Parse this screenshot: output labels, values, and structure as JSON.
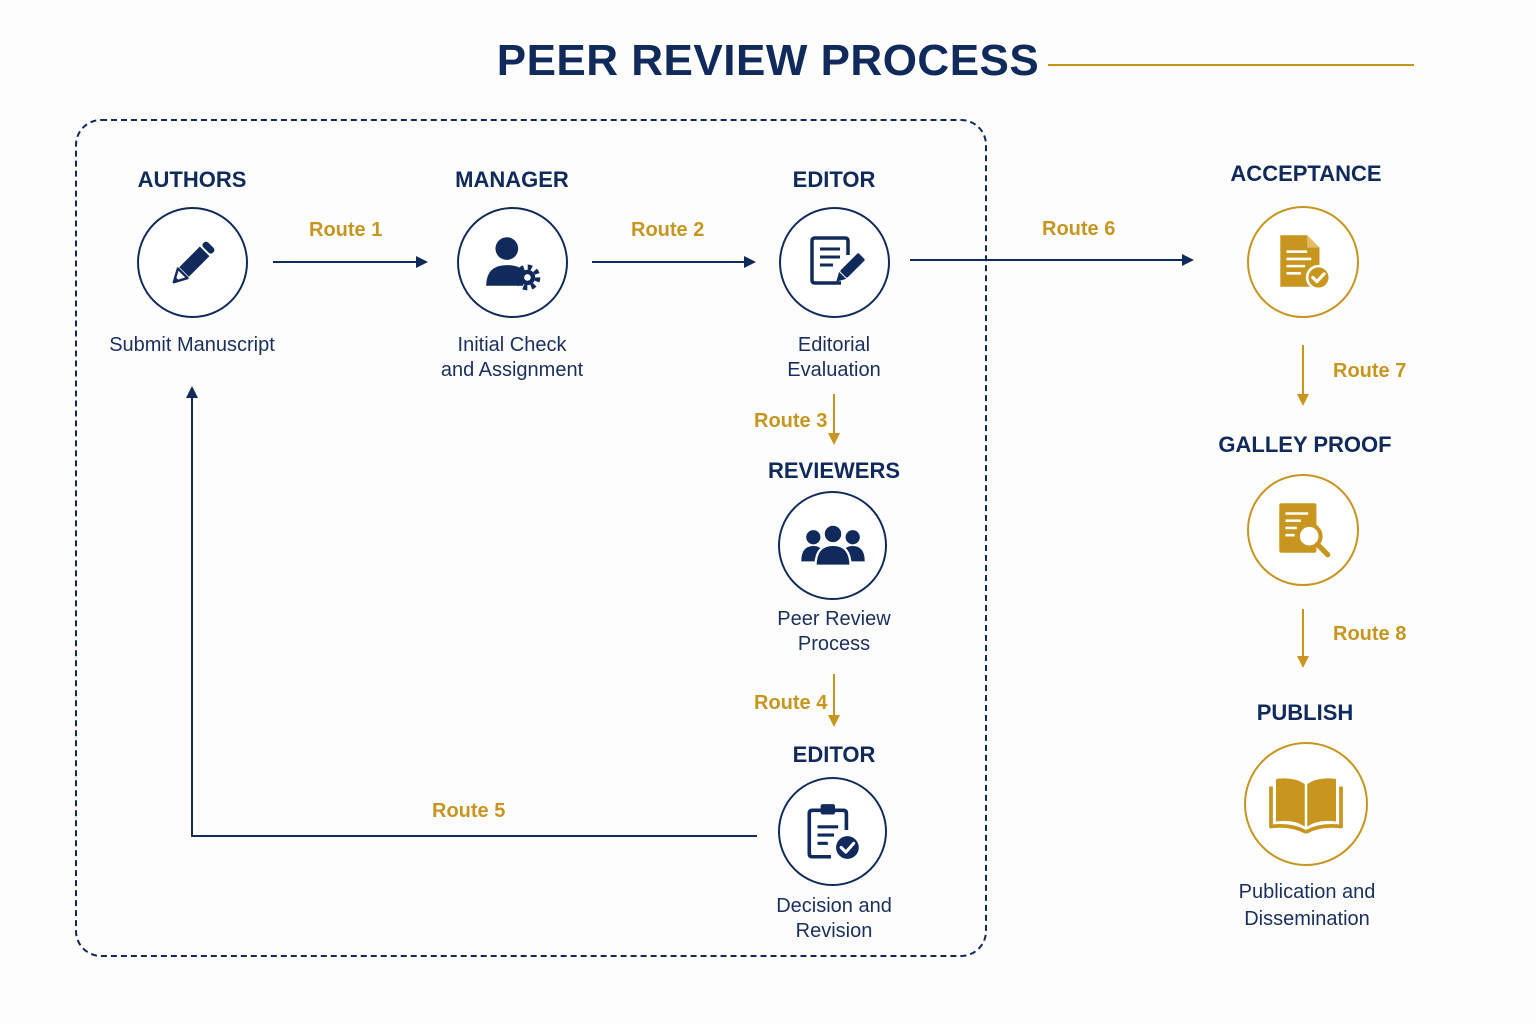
{
  "title": "PEER REVIEW PROCESS",
  "colors": {
    "navy": "#102a5c",
    "gold": "#c8961e"
  },
  "nodes": {
    "authors": {
      "title": "AUTHORS",
      "desc_lines": [
        "Submit Manuscript"
      ],
      "icon": "pencil-icon"
    },
    "manager": {
      "title": "MANAGER",
      "desc_lines": [
        "Initial Check",
        "and Assignment"
      ],
      "icon": "user-gear-icon"
    },
    "editor1": {
      "title": "EDITOR",
      "desc_lines": [
        "Editorial",
        "Evaluation"
      ],
      "icon": "document-edit-icon"
    },
    "reviewers": {
      "title": "REVIEWERS",
      "desc_lines": [
        "Peer Review",
        "Process"
      ],
      "icon": "people-group-icon"
    },
    "editor2": {
      "title": "EDITOR",
      "desc_lines": [
        "Decision and",
        "Revision"
      ],
      "icon": "clipboard-check-icon"
    },
    "acceptance": {
      "title": "ACCEPTANCE",
      "desc_lines": [],
      "icon": "document-check-icon"
    },
    "galley": {
      "title": "GALLEY PROOF",
      "desc_lines": [],
      "icon": "document-search-icon"
    },
    "publish": {
      "title": "PUBLISH",
      "desc_lines": [
        "Publication and",
        "Dissemination"
      ],
      "icon": "open-book-icon"
    }
  },
  "routes": {
    "r1": "Route 1",
    "r2": "Route 2",
    "r3": "Route 3",
    "r4": "Route 4",
    "r5": "Route 5",
    "r6": "Route 6",
    "r7": "Route 7",
    "r8": "Route 8"
  }
}
